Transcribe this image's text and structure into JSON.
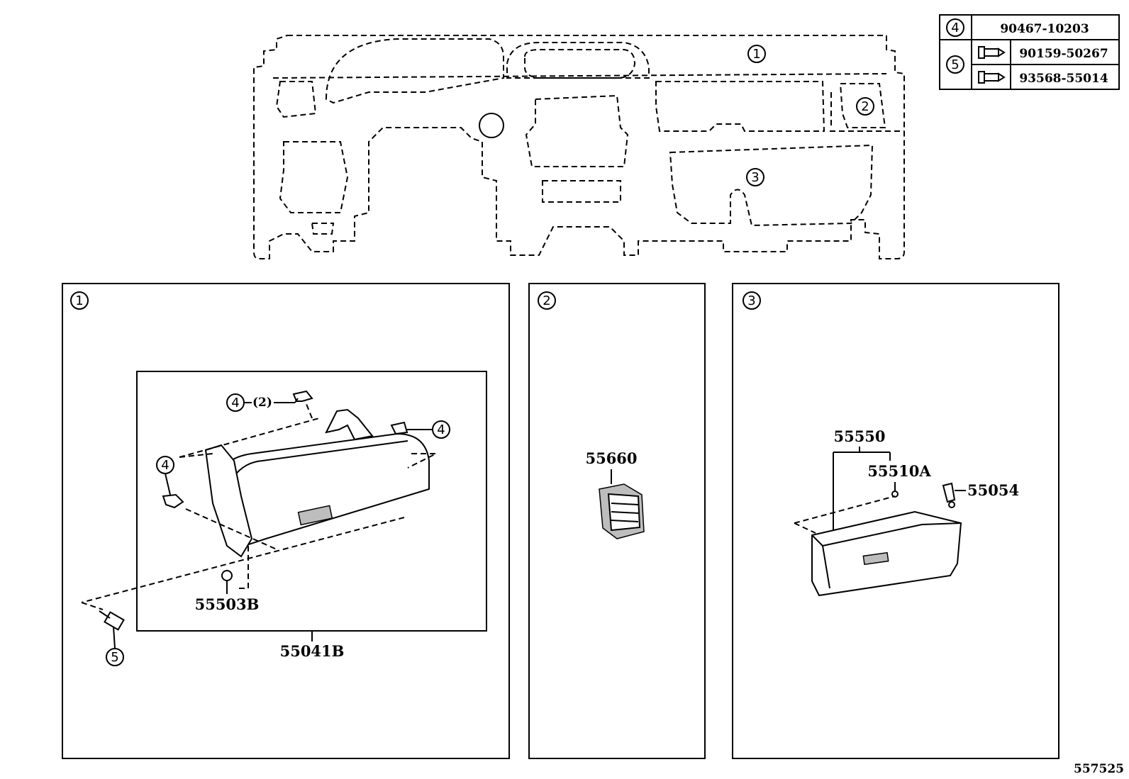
{
  "fastener_table": {
    "rows": [
      {
        "ref": "4",
        "part": "90467-10203"
      },
      {
        "ref": "5",
        "part": "90159-50267"
      },
      {
        "ref": "5",
        "part": "93568-55014"
      }
    ]
  },
  "overview": {
    "area_refs": [
      "1",
      "2",
      "3"
    ]
  },
  "panels": [
    {
      "ref": "1",
      "labels": {
        "clip_qty": "(2)",
        "small_clip": "55503B",
        "assembly": "55041B"
      },
      "callouts": [
        "4",
        "4",
        "4",
        "5"
      ]
    },
    {
      "ref": "2",
      "labels": {
        "register": "55660"
      }
    },
    {
      "ref": "3",
      "labels": {
        "box_assy": "55550",
        "damper": "55510A",
        "stopper": "55054"
      }
    }
  ],
  "diagram_id": "557525"
}
